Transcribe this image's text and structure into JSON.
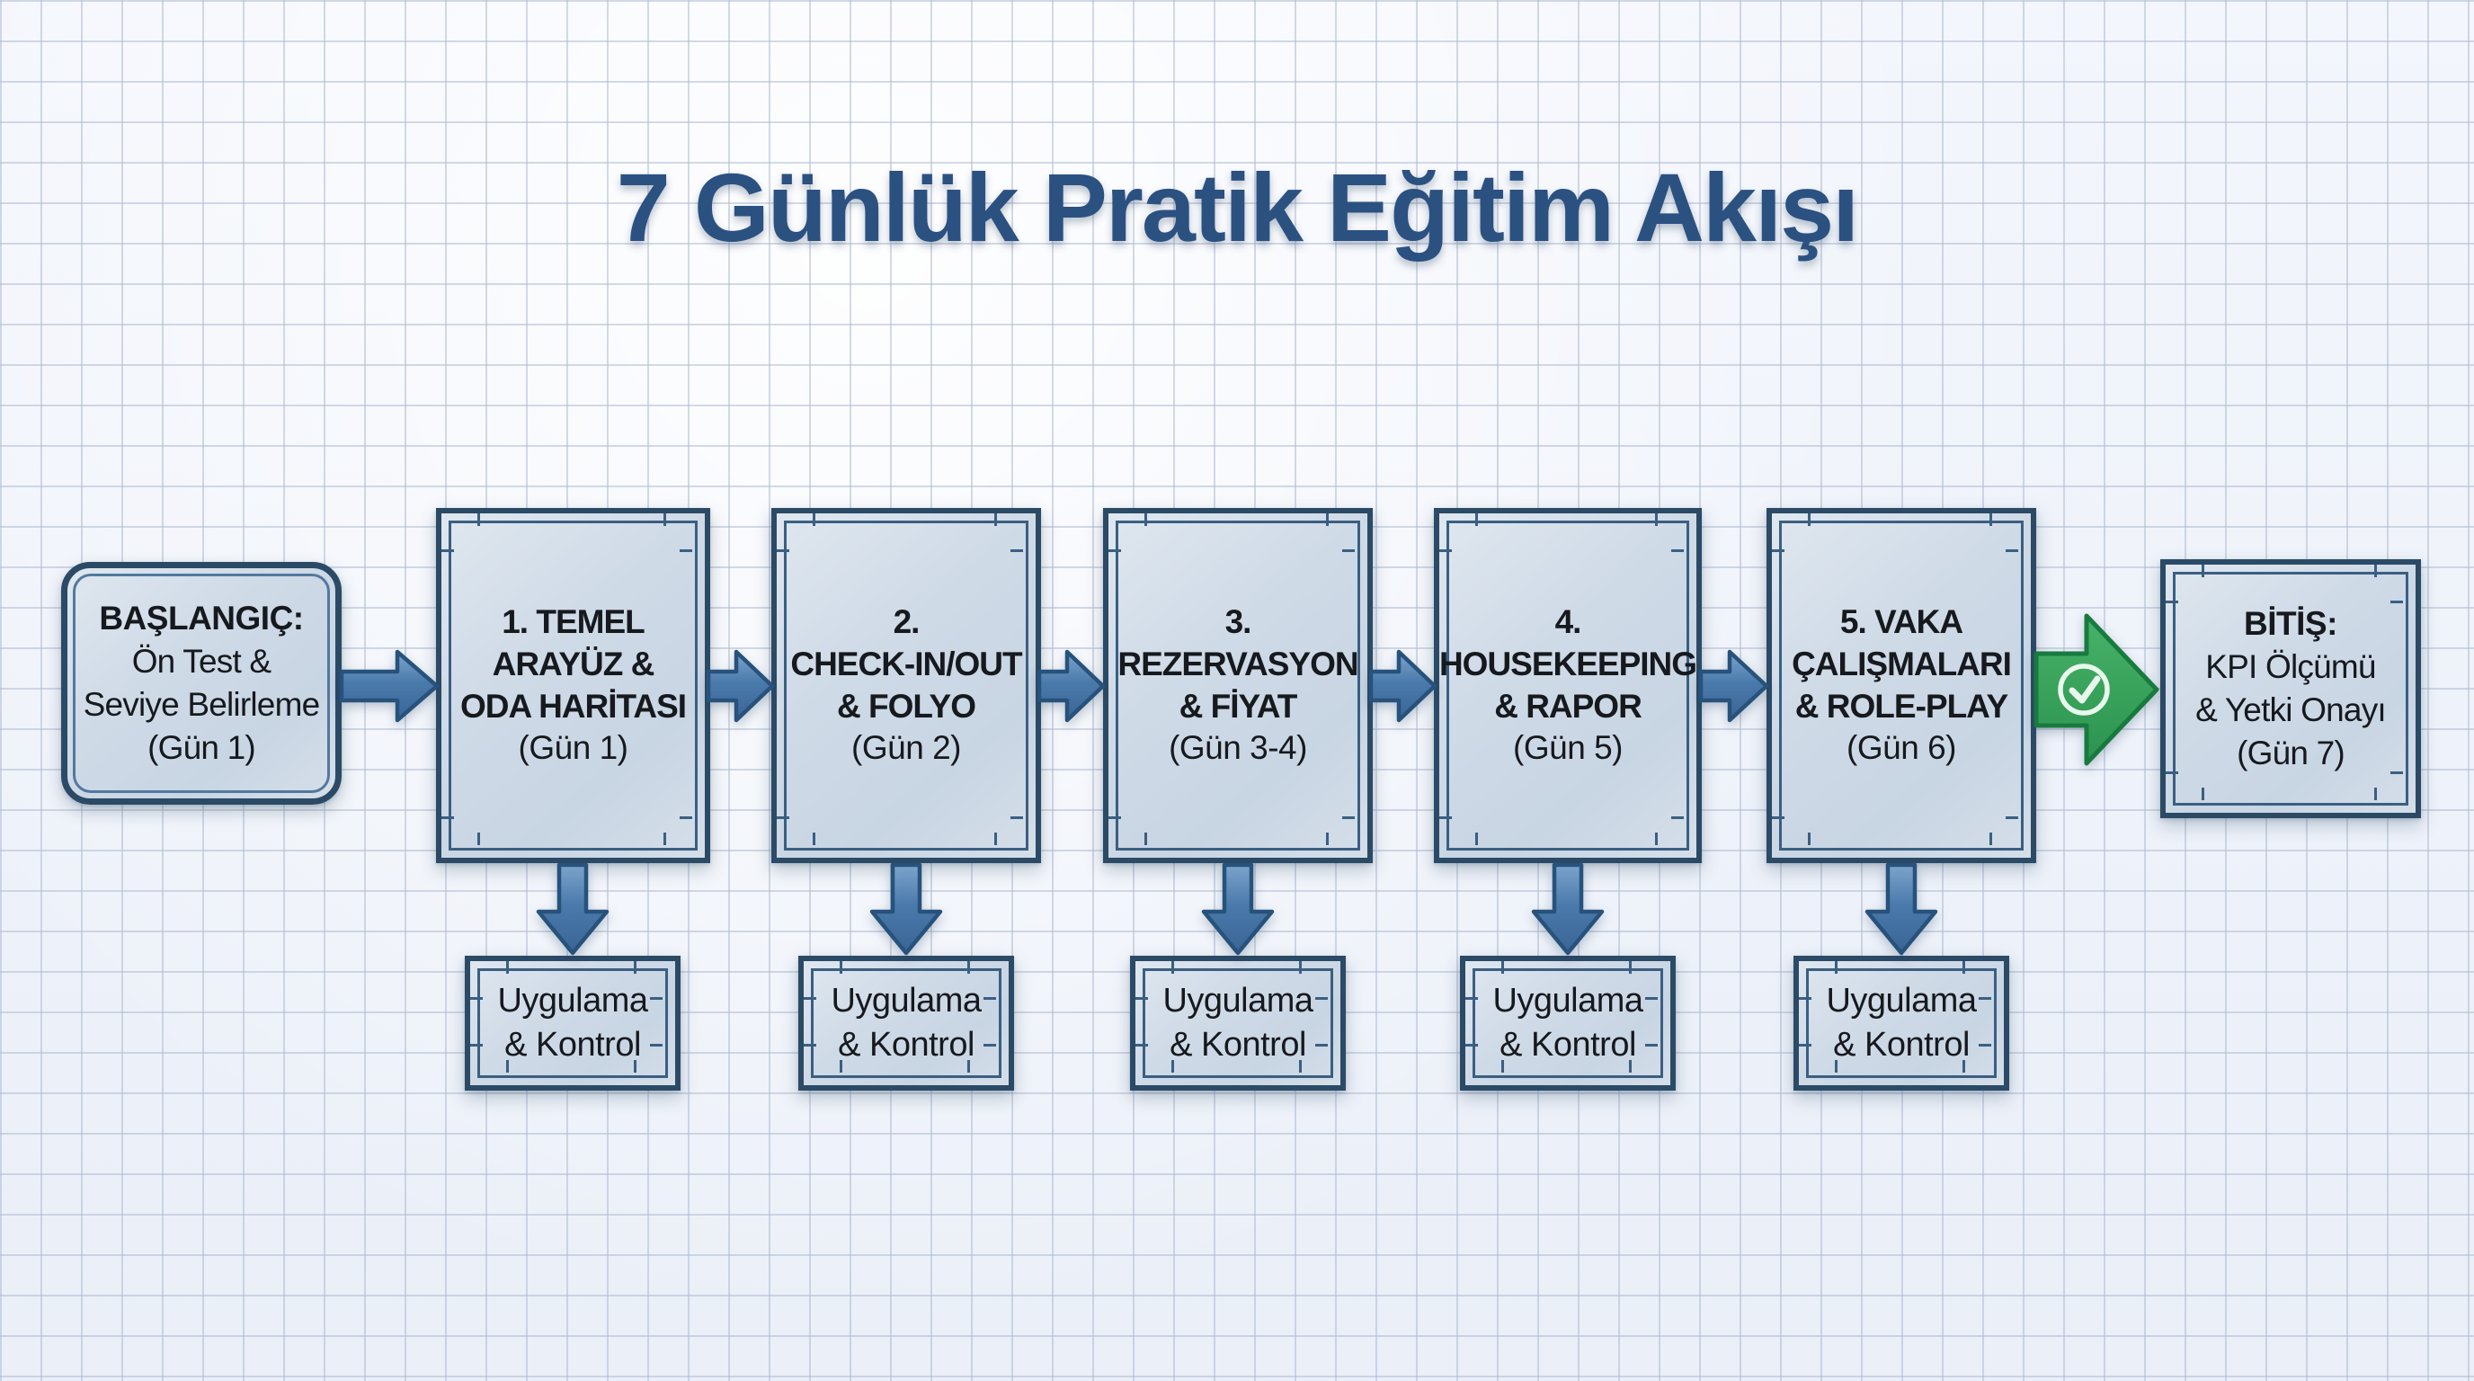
{
  "title": "7 Günlük Pratik Eğitim Akışı",
  "colors": {
    "title_blue": "#2b5181",
    "box_border": "#2b4a66",
    "box_fill": "#d0dbe7",
    "arrow_blue": "#4a7aab",
    "success_green": "#37a35b",
    "grid_line": "#b0bcd1"
  },
  "flow": {
    "start": {
      "lines": [
        "BAŞLANGIÇ:",
        "Ön Test &",
        "Seviye Belirleme",
        "(Gün 1)"
      ]
    },
    "steps": [
      {
        "lines": [
          "1. TEMEL",
          "ARAYÜZ &",
          "ODA HARİTASI"
        ],
        "day": "(Gün 1)"
      },
      {
        "lines": [
          "2.",
          "CHECK-IN/OUT",
          "& FOLYO"
        ],
        "day": "(Gün 2)"
      },
      {
        "lines": [
          "3.",
          "REZERVASYON",
          "& FİYAT"
        ],
        "day": "(Gün 3-4)"
      },
      {
        "lines": [
          "4.",
          "HOUSEKEEPING",
          "& RAPOR"
        ],
        "day": "(Gün 5)"
      },
      {
        "lines": [
          "5. VAKA",
          "ÇALIŞMALARI",
          "& ROLE-PLAY"
        ],
        "day": "(Gün 6)"
      }
    ],
    "end": {
      "lines": [
        "BİTİŞ:",
        "KPI Ölçümü",
        "& Yetki Onayı",
        "(Gün 7)"
      ]
    },
    "practice": {
      "line1": "Uygulama",
      "line2": "& Kontrol"
    }
  }
}
